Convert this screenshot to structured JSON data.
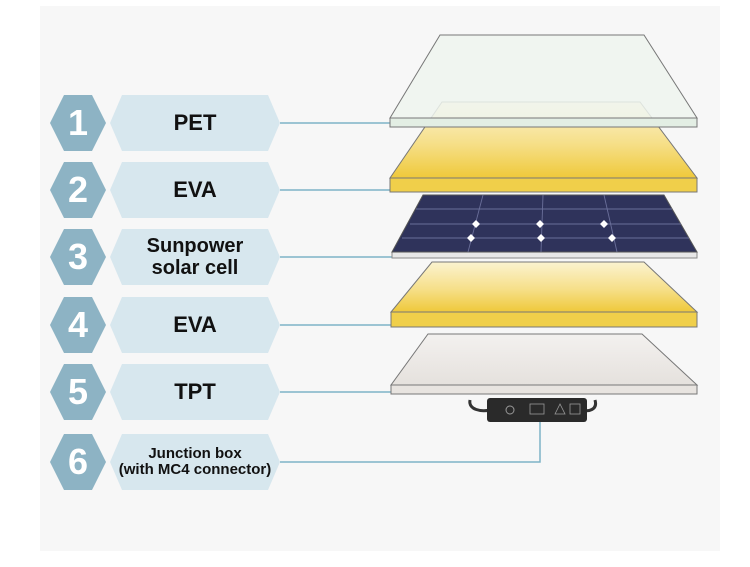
{
  "layers": [
    {
      "number": "1",
      "lines": [
        "PET"
      ]
    },
    {
      "number": "2",
      "lines": [
        "EVA"
      ]
    },
    {
      "number": "3",
      "lines": [
        "Sunpower",
        "solar cell"
      ]
    },
    {
      "number": "4",
      "lines": [
        "EVA"
      ]
    },
    {
      "number": "5",
      "lines": [
        "TPT"
      ]
    },
    {
      "number": "6",
      "lines": [
        "Junction box",
        "(with MC4 connector)"
      ]
    }
  ],
  "colors": {
    "badge": "#8db3c4",
    "label_bg": "#d7e7ee",
    "connector_line": "#7fb3c7",
    "pet": "#eef5ef",
    "eva": "#f1d660",
    "cell": "#2f335b",
    "tpt": "#ebe8e6"
  }
}
